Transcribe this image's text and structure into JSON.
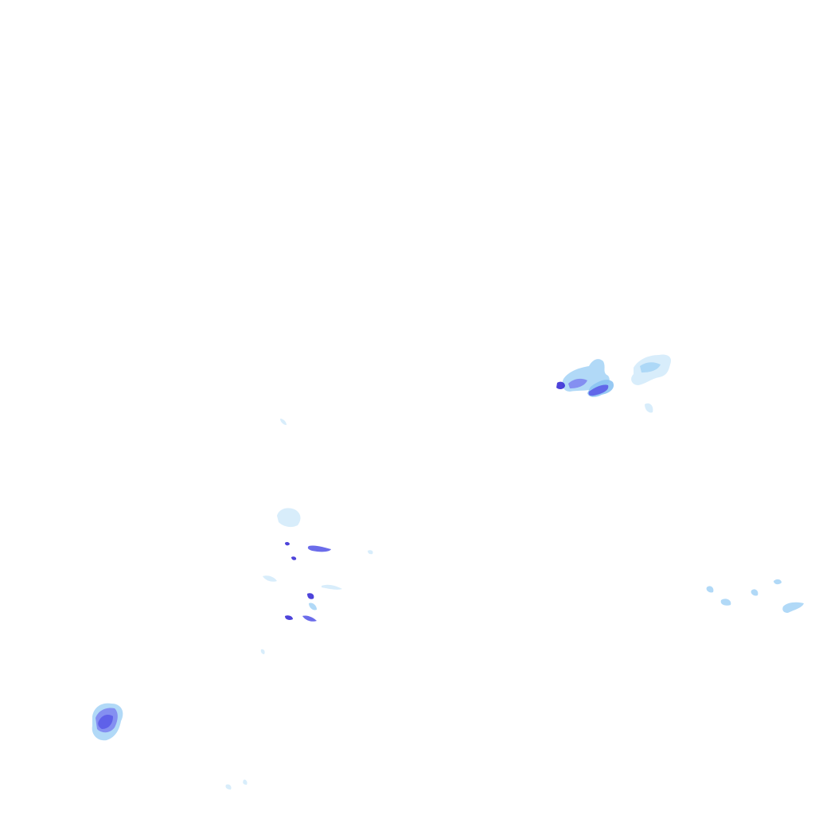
{
  "layer": {
    "type": "radar-precipitation-overlay",
    "background": "#ffffff",
    "palette": {
      "very_light": "#d4ebfb",
      "light": "#a9d5f6",
      "medium_light": "#8cc3f2",
      "medium": "#7f86ef",
      "medium_heavy": "#5b5ce8",
      "heavy": "#3a2fd6",
      "core_outline": "#1a1a60"
    },
    "cells": [
      {
        "name": "echo-northeast-cluster",
        "intensity": "medium"
      },
      {
        "name": "echo-east-northeast-cluster",
        "intensity": "light"
      },
      {
        "name": "echo-central-scattered",
        "intensity": "heavy"
      },
      {
        "name": "echo-east-scattered",
        "intensity": "light"
      },
      {
        "name": "echo-southwest-cell",
        "intensity": "medium"
      },
      {
        "name": "echo-south-fragments",
        "intensity": "very_light"
      }
    ]
  }
}
